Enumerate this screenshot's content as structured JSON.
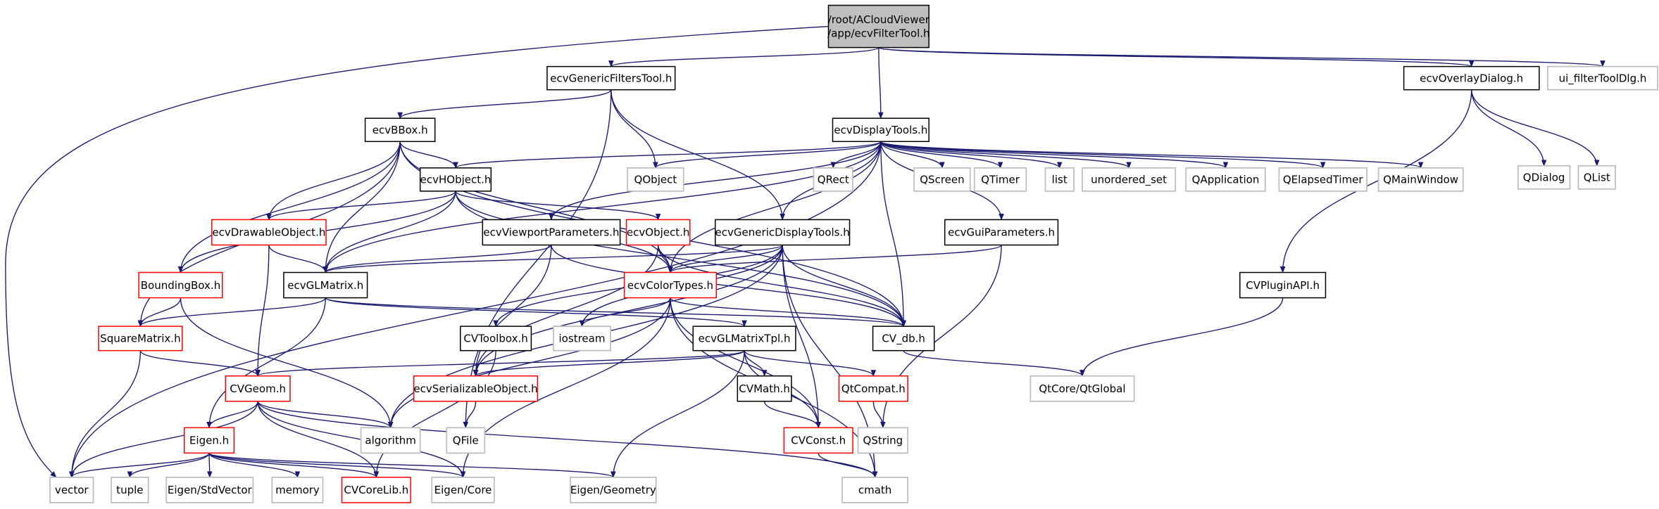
{
  "graph": {
    "colors": {
      "edge": "#191970",
      "documented_border": "#000000",
      "incomplete_border": "#ff0000",
      "external_border": "#bfbfbf",
      "root_fill": "#bfbfbf"
    },
    "nodes": [
      {
        "id": "root",
        "label": [
          "/root/ACloudViewer",
          "/app/ecvFilterTool.h"
        ],
        "kind": "root"
      },
      {
        "id": "ecvGenericFiltersTool.h",
        "label": [
          "ecvGenericFiltersTool.h"
        ],
        "kind": "doc"
      },
      {
        "id": "ecvOverlayDialog.h",
        "label": [
          "ecvOverlayDialog.h"
        ],
        "kind": "doc"
      },
      {
        "id": "ui_filterToolDlg.h",
        "label": [
          "ui_filterToolDlg.h"
        ],
        "kind": "ext"
      },
      {
        "id": "ecvBBox.h",
        "label": [
          "ecvBBox.h"
        ],
        "kind": "doc"
      },
      {
        "id": "ecvDisplayTools.h",
        "label": [
          "ecvDisplayTools.h"
        ],
        "kind": "doc"
      },
      {
        "id": "QDialog",
        "label": [
          "QDialog"
        ],
        "kind": "ext"
      },
      {
        "id": "QList",
        "label": [
          "QList"
        ],
        "kind": "ext"
      },
      {
        "id": "ecvHObject.h",
        "label": [
          "ecvHObject.h"
        ],
        "kind": "doc"
      },
      {
        "id": "QObject",
        "label": [
          "QObject"
        ],
        "kind": "ext"
      },
      {
        "id": "QRect",
        "label": [
          "QRect"
        ],
        "kind": "ext"
      },
      {
        "id": "QScreen",
        "label": [
          "QScreen"
        ],
        "kind": "ext"
      },
      {
        "id": "QTimer",
        "label": [
          "QTimer"
        ],
        "kind": "ext"
      },
      {
        "id": "list",
        "label": [
          "list"
        ],
        "kind": "ext"
      },
      {
        "id": "unordered_set",
        "label": [
          "unordered_set"
        ],
        "kind": "ext"
      },
      {
        "id": "QApplication",
        "label": [
          "QApplication"
        ],
        "kind": "ext"
      },
      {
        "id": "QElapsedTimer",
        "label": [
          "QElapsedTimer"
        ],
        "kind": "ext"
      },
      {
        "id": "QMainWindow",
        "label": [
          "QMainWindow"
        ],
        "kind": "ext"
      },
      {
        "id": "ecvDrawableObject.h",
        "label": [
          "ecvDrawableObject.h"
        ],
        "kind": "red"
      },
      {
        "id": "ecvViewportParameters.h",
        "label": [
          "ecvViewportParameters.h"
        ],
        "kind": "doc"
      },
      {
        "id": "ecvObject.h",
        "label": [
          "ecvObject.h"
        ],
        "kind": "red"
      },
      {
        "id": "ecvGenericDisplayTools.h",
        "label": [
          "ecvGenericDisplayTools.h"
        ],
        "kind": "doc"
      },
      {
        "id": "ecvGuiParameters.h",
        "label": [
          "ecvGuiParameters.h"
        ],
        "kind": "doc"
      },
      {
        "id": "BoundingBox.h",
        "label": [
          "BoundingBox.h"
        ],
        "kind": "red"
      },
      {
        "id": "ecvGLMatrix.h",
        "label": [
          "ecvGLMatrix.h"
        ],
        "kind": "doc"
      },
      {
        "id": "ecvColorTypes.h",
        "label": [
          "ecvColorTypes.h"
        ],
        "kind": "red"
      },
      {
        "id": "CVPluginAPI.h",
        "label": [
          "CVPluginAPI.h"
        ],
        "kind": "doc"
      },
      {
        "id": "SquareMatrix.h",
        "label": [
          "SquareMatrix.h"
        ],
        "kind": "red"
      },
      {
        "id": "CVToolbox.h",
        "label": [
          "CVToolbox.h"
        ],
        "kind": "doc"
      },
      {
        "id": "iostream",
        "label": [
          "iostream"
        ],
        "kind": "ext"
      },
      {
        "id": "ecvGLMatrixTpl.h",
        "label": [
          "ecvGLMatrixTpl.h"
        ],
        "kind": "doc"
      },
      {
        "id": "CV_db.h",
        "label": [
          "CV_db.h"
        ],
        "kind": "doc"
      },
      {
        "id": "CVGeom.h",
        "label": [
          "CVGeom.h"
        ],
        "kind": "red"
      },
      {
        "id": "ecvSerializableObject.h",
        "label": [
          "ecvSerializableObject.h"
        ],
        "kind": "red"
      },
      {
        "id": "CVMath.h",
        "label": [
          "CVMath.h"
        ],
        "kind": "doc"
      },
      {
        "id": "QtCompat.h",
        "label": [
          "QtCompat.h"
        ],
        "kind": "red"
      },
      {
        "id": "QtCore/QtGlobal",
        "label": [
          "QtCore/QtGlobal"
        ],
        "kind": "ext"
      },
      {
        "id": "Eigen.h",
        "label": [
          "Eigen.h"
        ],
        "kind": "red"
      },
      {
        "id": "algorithm",
        "label": [
          "algorithm"
        ],
        "kind": "ext"
      },
      {
        "id": "QFile",
        "label": [
          "QFile"
        ],
        "kind": "ext"
      },
      {
        "id": "CVConst.h",
        "label": [
          "CVConst.h"
        ],
        "kind": "red"
      },
      {
        "id": "QString",
        "label": [
          "QString"
        ],
        "kind": "ext"
      },
      {
        "id": "vector",
        "label": [
          "vector"
        ],
        "kind": "ext"
      },
      {
        "id": "tuple",
        "label": [
          "tuple"
        ],
        "kind": "ext"
      },
      {
        "id": "Eigen/StdVector",
        "label": [
          "Eigen/StdVector"
        ],
        "kind": "ext"
      },
      {
        "id": "memory",
        "label": [
          "memory"
        ],
        "kind": "ext"
      },
      {
        "id": "CVCoreLib.h",
        "label": [
          "CVCoreLib.h"
        ],
        "kind": "red"
      },
      {
        "id": "Eigen/Core",
        "label": [
          "Eigen/Core"
        ],
        "kind": "ext"
      },
      {
        "id": "Eigen/Geometry",
        "label": [
          "Eigen/Geometry"
        ],
        "kind": "ext"
      },
      {
        "id": "cmath",
        "label": [
          "cmath"
        ],
        "kind": "ext"
      }
    ],
    "edges": [
      [
        "root",
        "vector"
      ],
      [
        "root",
        "ecvGenericFiltersTool.h"
      ],
      [
        "root",
        "ecvDisplayTools.h"
      ],
      [
        "root",
        "ecvOverlayDialog.h"
      ],
      [
        "root",
        "ui_filterToolDlg.h"
      ],
      [
        "ecvGenericFiltersTool.h",
        "ecvBBox.h"
      ],
      [
        "ecvGenericFiltersTool.h",
        "QObject"
      ],
      [
        "ecvGenericFiltersTool.h",
        "QFile"
      ],
      [
        "ecvGenericFiltersTool.h",
        "ecvGenericDisplayTools.h"
      ],
      [
        "ecvOverlayDialog.h",
        "QDialog"
      ],
      [
        "ecvOverlayDialog.h",
        "QList"
      ],
      [
        "ecvOverlayDialog.h",
        "CVPluginAPI.h"
      ],
      [
        "ecvBBox.h",
        "ecvHObject.h"
      ],
      [
        "ecvBBox.h",
        "ecvDrawableObject.h"
      ],
      [
        "ecvBBox.h",
        "ecvGLMatrix.h"
      ],
      [
        "ecvBBox.h",
        "BoundingBox.h"
      ],
      [
        "ecvBBox.h",
        "SquareMatrix.h"
      ],
      [
        "ecvBBox.h",
        "CV_db.h"
      ],
      [
        "ecvBBox.h",
        "ecvColorTypes.h"
      ],
      [
        "ecvDisplayTools.h",
        "ecvHObject.h"
      ],
      [
        "ecvDisplayTools.h",
        "QObject"
      ],
      [
        "ecvDisplayTools.h",
        "ecvGLMatrix.h"
      ],
      [
        "ecvDisplayTools.h",
        "ecvViewportParameters.h"
      ],
      [
        "ecvDisplayTools.h",
        "ecvGenericDisplayTools.h"
      ],
      [
        "ecvDisplayTools.h",
        "CV_db.h"
      ],
      [
        "ecvDisplayTools.h",
        "ecvColorTypes.h"
      ],
      [
        "ecvDisplayTools.h",
        "QRect"
      ],
      [
        "ecvDisplayTools.h",
        "QScreen"
      ],
      [
        "ecvDisplayTools.h",
        "QTimer"
      ],
      [
        "ecvDisplayTools.h",
        "list"
      ],
      [
        "ecvDisplayTools.h",
        "unordered_set"
      ],
      [
        "ecvDisplayTools.h",
        "QApplication"
      ],
      [
        "ecvDisplayTools.h",
        "QElapsedTimer"
      ],
      [
        "ecvDisplayTools.h",
        "QMainWindow"
      ],
      [
        "ecvDisplayTools.h",
        "ecvGuiParameters.h"
      ],
      [
        "ecvDisplayTools.h",
        "vector"
      ],
      [
        "ecvHObject.h",
        "ecvDrawableObject.h"
      ],
      [
        "ecvHObject.h",
        "ecvObject.h"
      ],
      [
        "ecvHObject.h",
        "ecvGLMatrix.h"
      ],
      [
        "ecvHObject.h",
        "BoundingBox.h"
      ],
      [
        "ecvHObject.h",
        "ecvColorTypes.h"
      ],
      [
        "ecvHObject.h",
        "CV_db.h"
      ],
      [
        "ecvDrawableObject.h",
        "ecvGLMatrix.h"
      ],
      [
        "ecvDrawableObject.h",
        "CVGeom.h"
      ],
      [
        "ecvViewportParameters.h",
        "ecvGLMatrix.h"
      ],
      [
        "ecvViewportParameters.h",
        "ecvSerializableObject.h"
      ],
      [
        "ecvViewportParameters.h",
        "CV_db.h"
      ],
      [
        "ecvObject.h",
        "ecvColorTypes.h"
      ],
      [
        "ecvObject.h",
        "ecvSerializableObject.h"
      ],
      [
        "ecvObject.h",
        "CV_db.h"
      ],
      [
        "ecvGenericDisplayTools.h",
        "ecvGLMatrix.h"
      ],
      [
        "ecvGenericDisplayTools.h",
        "ecvColorTypes.h"
      ],
      [
        "ecvGenericDisplayTools.h",
        "CVToolbox.h"
      ],
      [
        "ecvGenericDisplayTools.h",
        "iostream"
      ],
      [
        "ecvGenericDisplayTools.h",
        "CV_db.h"
      ],
      [
        "ecvGenericDisplayTools.h",
        "CVConst.h"
      ],
      [
        "ecvGenericDisplayTools.h",
        "cmath"
      ],
      [
        "ecvGenericDisplayTools.h",
        "algorithm"
      ],
      [
        "ecvGenericDisplayTools.h",
        "ecvSerializableObject.h"
      ],
      [
        "ecvGuiParameters.h",
        "ecvColorTypes.h"
      ],
      [
        "ecvGuiParameters.h",
        "QString"
      ],
      [
        "ecvGLMatrix.h",
        "SquareMatrix.h"
      ],
      [
        "ecvGLMatrix.h",
        "Eigen.h"
      ],
      [
        "ecvGLMatrix.h",
        "CV_db.h"
      ],
      [
        "ecvGLMatrix.h",
        "ecvGLMatrixTpl.h"
      ],
      [
        "ecvColorTypes.h",
        "iostream"
      ],
      [
        "ecvColorTypes.h",
        "CV_db.h"
      ],
      [
        "ecvColorTypes.h",
        "CVConst.h"
      ],
      [
        "ecvColorTypes.h",
        "algorithm"
      ],
      [
        "ecvColorTypes.h",
        "Eigen/Core"
      ],
      [
        "ecvColorTypes.h",
        "cmath"
      ],
      [
        "CVPluginAPI.h",
        "QtCore/QtGlobal"
      ],
      [
        "BoundingBox.h",
        "SquareMatrix.h"
      ],
      [
        "BoundingBox.h",
        "algorithm"
      ],
      [
        "SquareMatrix.h",
        "CVGeom.h"
      ],
      [
        "SquareMatrix.h",
        "vector"
      ],
      [
        "CVToolbox.h",
        "CVCoreLib.h"
      ],
      [
        "ecvGLMatrixTpl.h",
        "CVGeom.h"
      ],
      [
        "ecvGLMatrixTpl.h",
        "ecvSerializableObject.h"
      ],
      [
        "ecvGLMatrixTpl.h",
        "CVMath.h"
      ],
      [
        "ecvGLMatrixTpl.h",
        "QtCompat.h"
      ],
      [
        "ecvGLMatrixTpl.h",
        "CVConst.h"
      ],
      [
        "ecvGLMatrixTpl.h",
        "Eigen/Geometry"
      ],
      [
        "CV_db.h",
        "QtCore/QtGlobal"
      ],
      [
        "CVGeom.h",
        "Eigen.h"
      ],
      [
        "CVGeom.h",
        "vector"
      ],
      [
        "CVGeom.h",
        "algorithm"
      ],
      [
        "CVGeom.h",
        "CVCoreLib.h"
      ],
      [
        "CVGeom.h",
        "Eigen/Core"
      ],
      [
        "CVGeom.h",
        "cmath"
      ],
      [
        "ecvSerializableObject.h",
        "QFile"
      ],
      [
        "CVMath.h",
        "CVConst.h"
      ],
      [
        "QtCompat.h",
        "QString"
      ],
      [
        "CVConst.h",
        "cmath"
      ],
      [
        "Eigen.h",
        "vector"
      ],
      [
        "Eigen.h",
        "tuple"
      ],
      [
        "Eigen.h",
        "Eigen/StdVector"
      ],
      [
        "Eigen.h",
        "memory"
      ],
      [
        "Eigen.h",
        "CVCoreLib.h"
      ],
      [
        "Eigen.h",
        "Eigen/Core"
      ],
      [
        "Eigen.h",
        "Eigen/Geometry"
      ]
    ]
  }
}
